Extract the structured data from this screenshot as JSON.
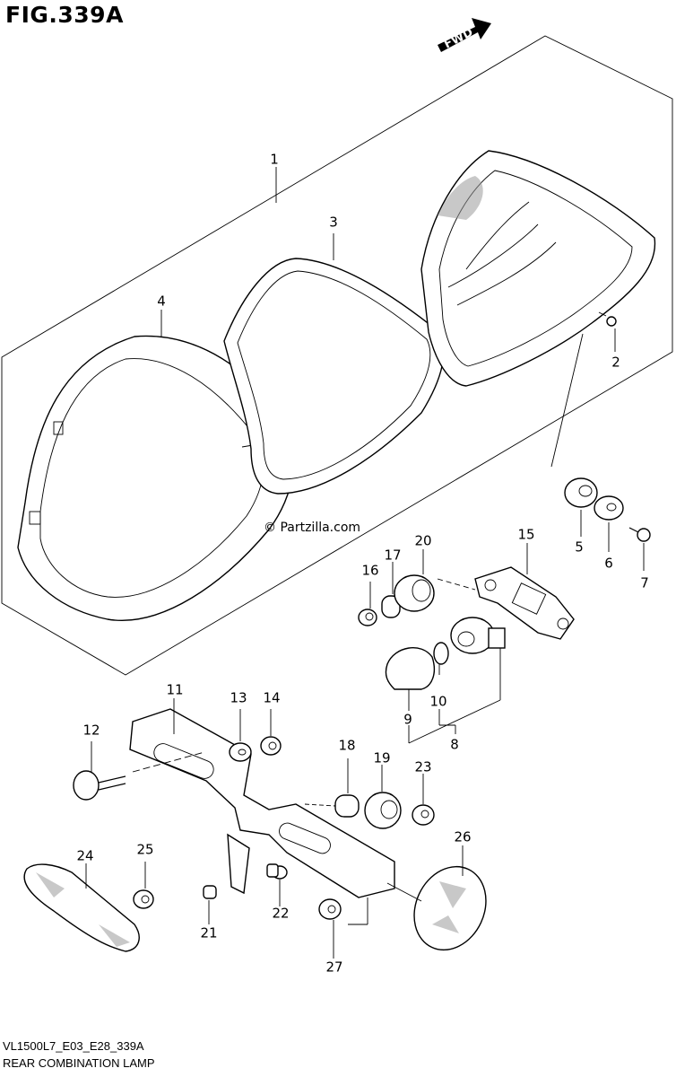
{
  "figure": {
    "title": "FIG.339A",
    "model_code": "VL1500L7_E03_E28_339A",
    "name": "REAR COMBINATION LAMP",
    "copyright": "© Partzilla.com",
    "fwd_label": "FWD"
  },
  "callouts": [
    {
      "id": "c1",
      "label": "1"
    },
    {
      "id": "c2",
      "label": "2"
    },
    {
      "id": "c3",
      "label": "3"
    },
    {
      "id": "c4",
      "label": "4"
    },
    {
      "id": "c5",
      "label": "5"
    },
    {
      "id": "c6",
      "label": "6"
    },
    {
      "id": "c7",
      "label": "7"
    },
    {
      "id": "c8",
      "label": "8"
    },
    {
      "id": "c9",
      "label": "9"
    },
    {
      "id": "c10",
      "label": "10"
    },
    {
      "id": "c11",
      "label": "11"
    },
    {
      "id": "c12",
      "label": "12"
    },
    {
      "id": "c13",
      "label": "13"
    },
    {
      "id": "c14",
      "label": "14"
    },
    {
      "id": "c15",
      "label": "15"
    },
    {
      "id": "c16",
      "label": "16"
    },
    {
      "id": "c17",
      "label": "17"
    },
    {
      "id": "c18",
      "label": "18"
    },
    {
      "id": "c19",
      "label": "19"
    },
    {
      "id": "c20",
      "label": "20"
    },
    {
      "id": "c21",
      "label": "21"
    },
    {
      "id": "c22",
      "label": "22"
    },
    {
      "id": "c23",
      "label": "23"
    },
    {
      "id": "c24",
      "label": "24"
    },
    {
      "id": "c25",
      "label": "25"
    },
    {
      "id": "c26",
      "label": "26"
    },
    {
      "id": "c27",
      "label": "27"
    }
  ]
}
